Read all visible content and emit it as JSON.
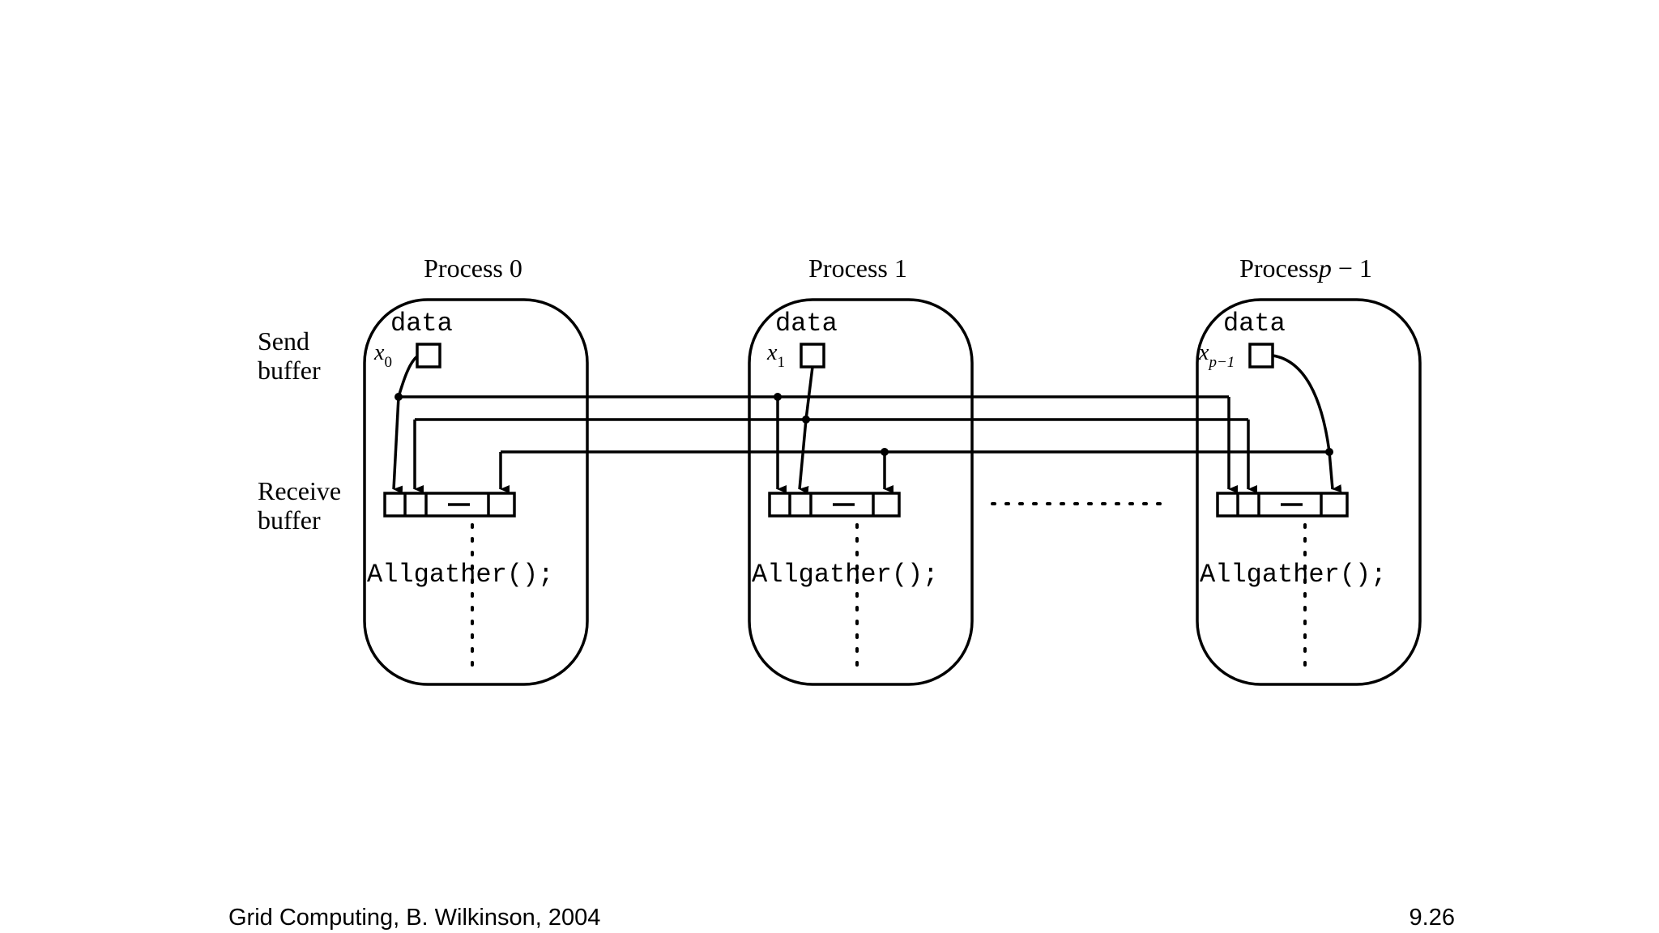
{
  "side_labels": {
    "send": [
      "Send",
      "buffer"
    ],
    "receive": [
      "Receive",
      "buffer"
    ]
  },
  "processes": [
    {
      "title": "Process 0",
      "data_label": "data",
      "var_base": "x",
      "var_sub": "0",
      "call": "Allgather();"
    },
    {
      "title": "Process 1",
      "data_label": "data",
      "var_base": "x",
      "var_sub": "1",
      "call": "Allgather();"
    },
    {
      "title_prefix": "Process",
      "title_var": "p",
      "title_suffix": " − 1",
      "data_label": "data",
      "var_base": "x",
      "var_sub": "p−1",
      "call": "Allgather();"
    }
  ],
  "footer": {
    "left": "Grid Computing, B. Wilkinson, 2004",
    "right": "9.26"
  }
}
